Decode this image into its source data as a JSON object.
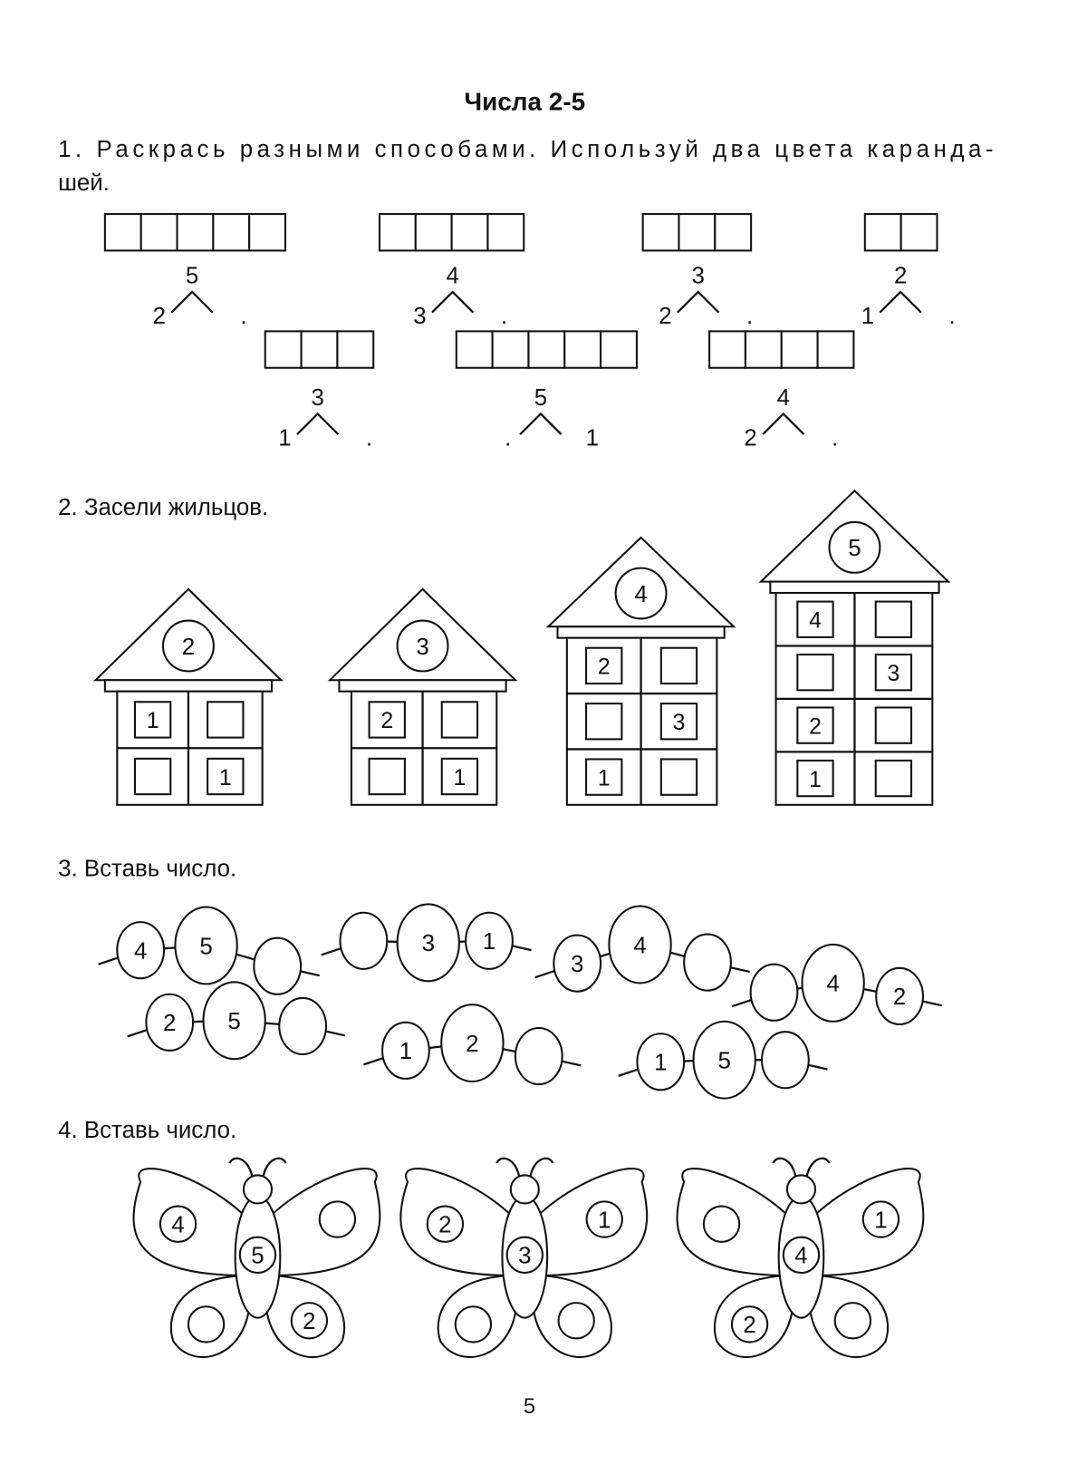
{
  "title": "Числа 2-5",
  "page_number": "5",
  "task1": {
    "text_line1": "1. Раскрась разными способами. Используй два цвета каранда-",
    "text_line2": "шей.",
    "items": [
      {
        "cells": 5,
        "total": "5",
        "left": "2",
        "right": "."
      },
      {
        "cells": 4,
        "total": "4",
        "left": "3",
        "right": "."
      },
      {
        "cells": 3,
        "total": "3",
        "left": "2",
        "right": "."
      },
      {
        "cells": 2,
        "total": "2",
        "left": "1",
        "right": "."
      },
      {
        "cells": 3,
        "total": "3",
        "left": "1",
        "right": "."
      },
      {
        "cells": 5,
        "total": "5",
        "left": ".",
        "right": "1"
      },
      {
        "cells": 4,
        "total": "4",
        "left": "2",
        "right": "."
      }
    ]
  },
  "task2": {
    "text": "2. Засели жильцов.",
    "houses": [
      {
        "roof": "2",
        "floors": [
          [
            "1",
            ""
          ],
          [
            "",
            "1"
          ]
        ]
      },
      {
        "roof": "3",
        "floors": [
          [
            "2",
            ""
          ],
          [
            "",
            "1"
          ]
        ]
      },
      {
        "roof": "4",
        "floors": [
          [
            "2",
            ""
          ],
          [
            "",
            "3"
          ],
          [
            "1",
            ""
          ]
        ]
      },
      {
        "roof": "5",
        "floors": [
          [
            "4",
            ""
          ],
          [
            "",
            "3"
          ],
          [
            "2",
            ""
          ],
          [
            "1",
            ""
          ]
        ]
      }
    ]
  },
  "task3": {
    "text": "3. Вставь число.",
    "strings": [
      [
        "4",
        "5",
        ""
      ],
      [
        "",
        "3",
        "1"
      ],
      [
        "3",
        "4",
        ""
      ],
      [
        "",
        "4",
        "2"
      ],
      [
        "2",
        "5",
        ""
      ],
      [
        "1",
        "2",
        ""
      ],
      [
        "1",
        "5",
        ""
      ]
    ]
  },
  "task4": {
    "text": "4. Вставь число.",
    "butterflies": [
      {
        "upper_left": "4",
        "body": "5",
        "upper_right": "",
        "lower_left": "",
        "lower_right": "2"
      },
      {
        "upper_left": "2",
        "body": "3",
        "upper_right": "1",
        "lower_left": "",
        "lower_right": ""
      },
      {
        "upper_left": "",
        "body": "4",
        "upper_right": "1",
        "lower_left": "2",
        "lower_right": ""
      }
    ]
  }
}
